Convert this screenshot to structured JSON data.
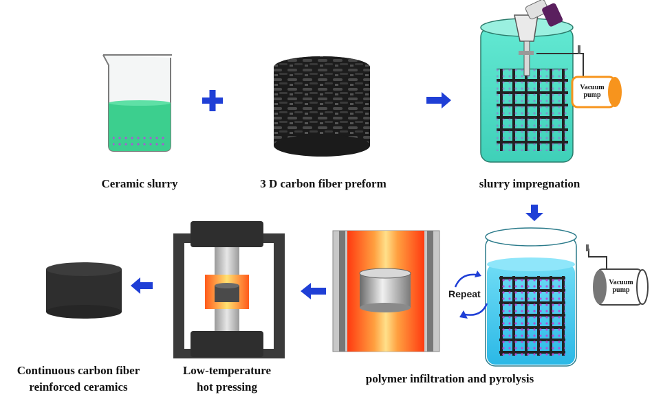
{
  "labels": {
    "ceramic_slurry": "Ceramic slurry",
    "preform": "3 D  carbon fiber preform",
    "impregnation": "slurry impregnation",
    "pip": "polymer infiltration and pyrolysis",
    "hot_pressing_line1": "Low-temperature",
    "hot_pressing_line2": "hot pressing",
    "product_line1": "Continuous carbon fiber",
    "product_line2": "reinforced ceramics",
    "repeat": "Repeat",
    "vacuum_top_line1": "Vacuum",
    "vacuum_top_line2": "pump",
    "vacuum_bottom_line1": "Vacuum",
    "vacuum_bottom_line2": "pump"
  },
  "colors": {
    "arrow": "#1f3fd6",
    "slurry": "#3ccf8e",
    "tank": "#4fe0c8",
    "infiltration_liquid": "#3fc9ee",
    "fiber": "#222222",
    "furnace_hot": "#ff4a1a",
    "furnace_warm": "#ffb84d",
    "pump_orange": "#f7941d",
    "particles": "#b04fd8"
  },
  "icons": [
    "plus-icon",
    "arrow-right-icon",
    "arrow-down-icon",
    "arrow-left-icon",
    "repeat-cycle-icon"
  ]
}
